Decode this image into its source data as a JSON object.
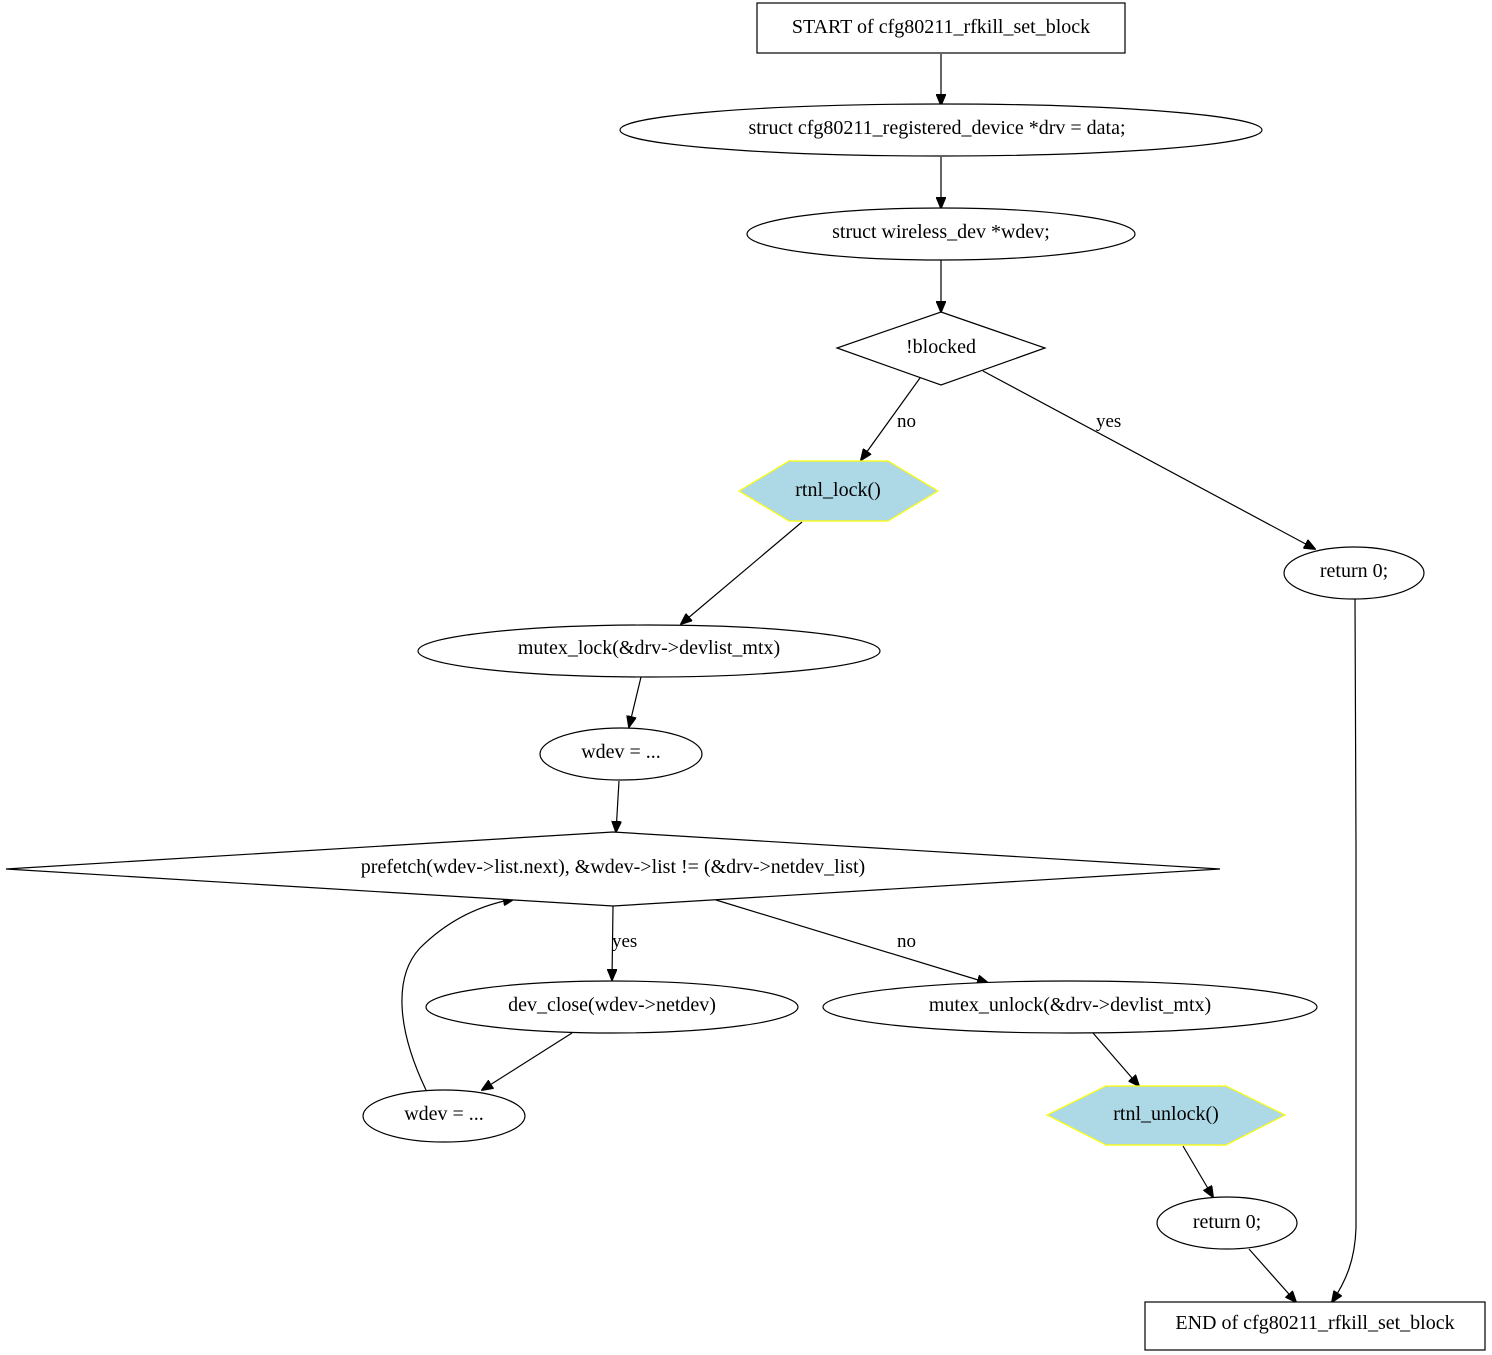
{
  "diagram": {
    "colors": {
      "node_fill": "#ffffff",
      "node_stroke": "#000000",
      "hex_fill": "#add8e6",
      "hex_stroke": "#ffff00",
      "edge": "#000000"
    },
    "nodes": {
      "start": {
        "shape": "box",
        "label": "START of cfg80211_rfkill_set_block"
      },
      "drv_decl": {
        "shape": "ellipse",
        "label": "struct cfg80211_registered_device *drv = data;"
      },
      "wdev_decl": {
        "shape": "ellipse",
        "label": "struct wireless_dev *wdev;"
      },
      "blocked_check": {
        "shape": "diamond",
        "label": "!blocked"
      },
      "rtnl_lock": {
        "shape": "hexagon",
        "label": "rtnl_lock()"
      },
      "return_early": {
        "shape": "ellipse",
        "label": "return 0;"
      },
      "mutex_lock": {
        "shape": "ellipse",
        "label": "mutex_lock(&drv->devlist_mtx)"
      },
      "wdev_init": {
        "shape": "ellipse",
        "label": "wdev = ..."
      },
      "loop_check": {
        "shape": "diamond",
        "label": "prefetch(wdev->list.next), &wdev->list != (&drv->netdev_list)"
      },
      "dev_close": {
        "shape": "ellipse",
        "label": "dev_close(wdev->netdev)"
      },
      "mutex_unlock": {
        "shape": "ellipse",
        "label": "mutex_unlock(&drv->devlist_mtx)"
      },
      "wdev_next": {
        "shape": "ellipse",
        "label": "wdev = ..."
      },
      "rtnl_unlock": {
        "shape": "hexagon",
        "label": "rtnl_unlock()"
      },
      "return_final": {
        "shape": "ellipse",
        "label": "return 0;"
      },
      "end": {
        "shape": "box",
        "label": "END of cfg80211_rfkill_set_block"
      }
    },
    "edges": [
      {
        "from": "start",
        "to": "drv_decl",
        "label": ""
      },
      {
        "from": "drv_decl",
        "to": "wdev_decl",
        "label": ""
      },
      {
        "from": "wdev_decl",
        "to": "blocked_check",
        "label": ""
      },
      {
        "from": "blocked_check",
        "to": "rtnl_lock",
        "label": "no"
      },
      {
        "from": "blocked_check",
        "to": "return_early",
        "label": "yes"
      },
      {
        "from": "rtnl_lock",
        "to": "mutex_lock",
        "label": ""
      },
      {
        "from": "mutex_lock",
        "to": "wdev_init",
        "label": ""
      },
      {
        "from": "wdev_init",
        "to": "loop_check",
        "label": ""
      },
      {
        "from": "loop_check",
        "to": "dev_close",
        "label": "yes"
      },
      {
        "from": "loop_check",
        "to": "mutex_unlock",
        "label": "no"
      },
      {
        "from": "dev_close",
        "to": "wdev_next",
        "label": ""
      },
      {
        "from": "wdev_next",
        "to": "loop_check",
        "label": ""
      },
      {
        "from": "mutex_unlock",
        "to": "rtnl_unlock",
        "label": ""
      },
      {
        "from": "rtnl_unlock",
        "to": "return_final",
        "label": ""
      },
      {
        "from": "return_final",
        "to": "end",
        "label": ""
      },
      {
        "from": "return_early",
        "to": "end",
        "label": ""
      }
    ]
  }
}
